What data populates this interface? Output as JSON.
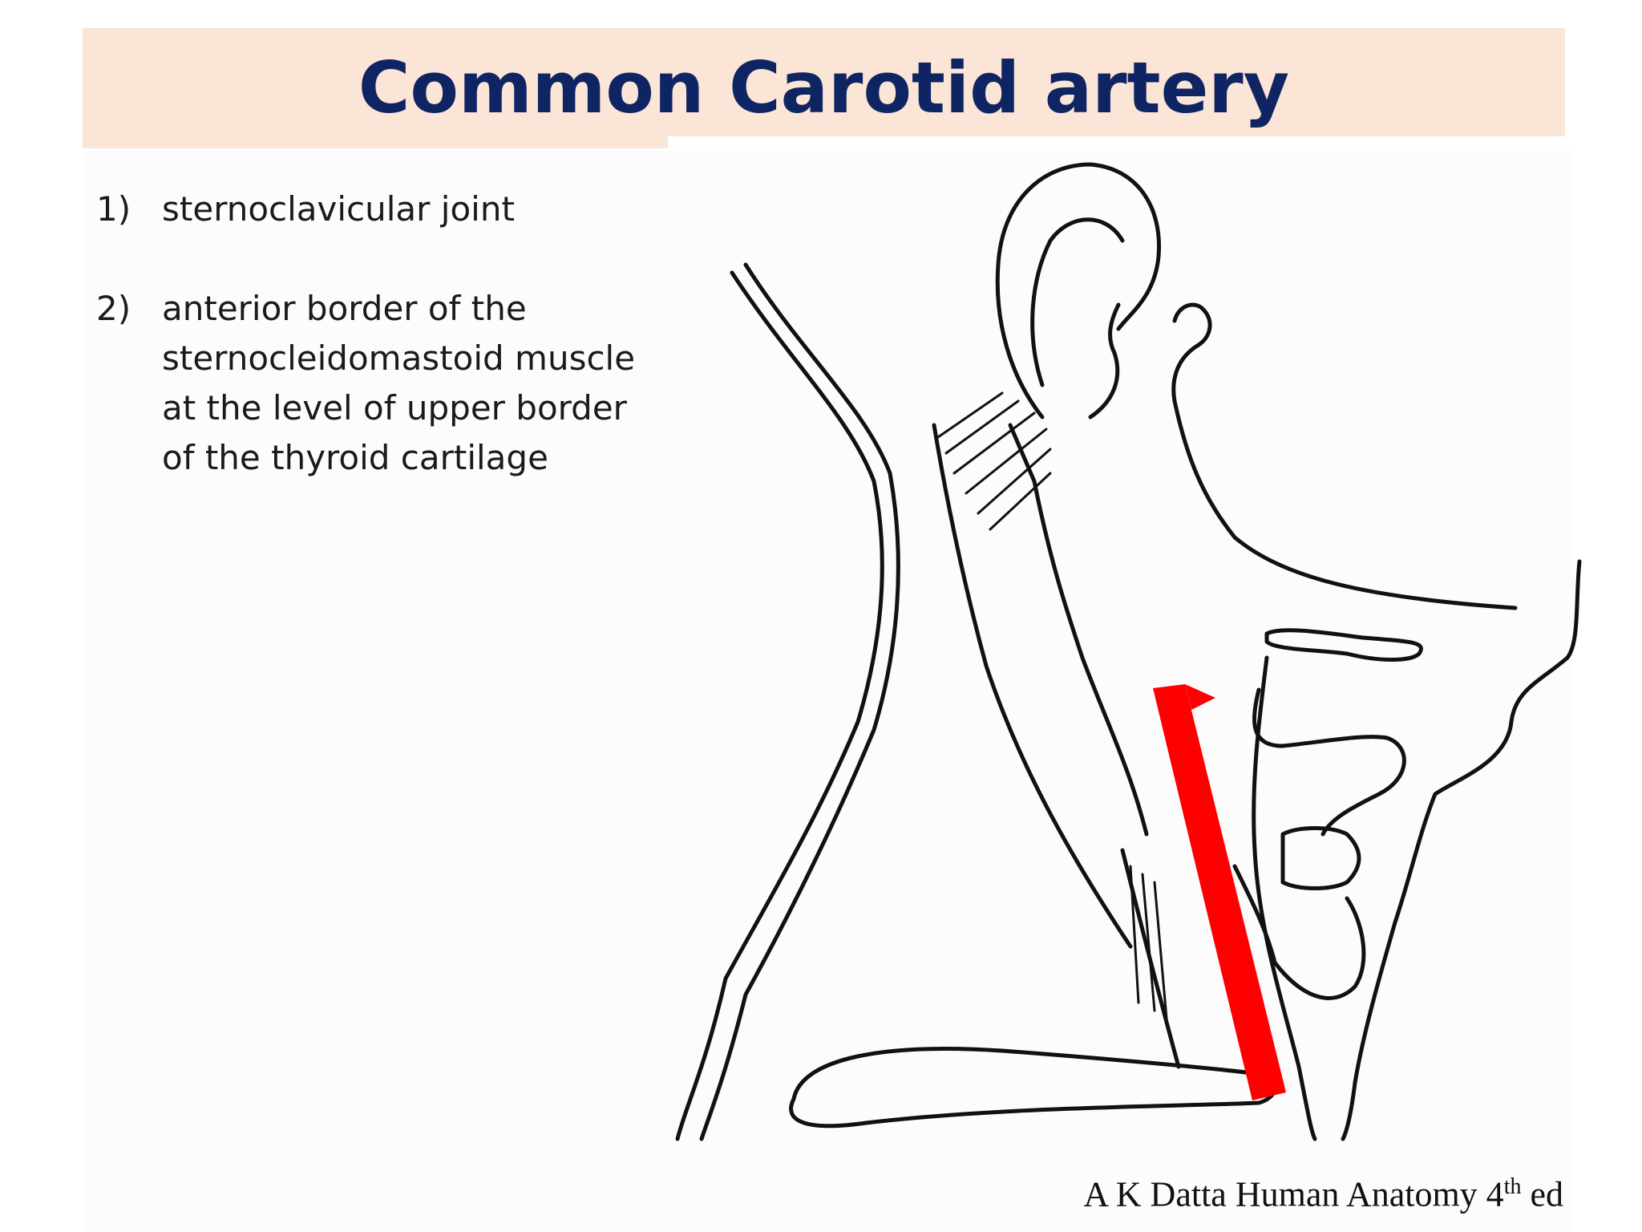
{
  "slide": {
    "title": "Common Carotid artery",
    "points": [
      {
        "number": "1)",
        "text": "sternoclavicular joint"
      },
      {
        "number": "2)",
        "text": "anterior border of the sternocleidomastoid muscle at the level of upper border of the thyroid cartilage"
      }
    ],
    "citation": {
      "main": "A K Datta  Human Anatomy 4",
      "superscript": "th",
      "suffix": " ed"
    }
  },
  "colors": {
    "title_band": "#fbe5d6",
    "title_text": "#0f2563",
    "artery_marker": "#ff0000",
    "line_art": "#111111"
  }
}
